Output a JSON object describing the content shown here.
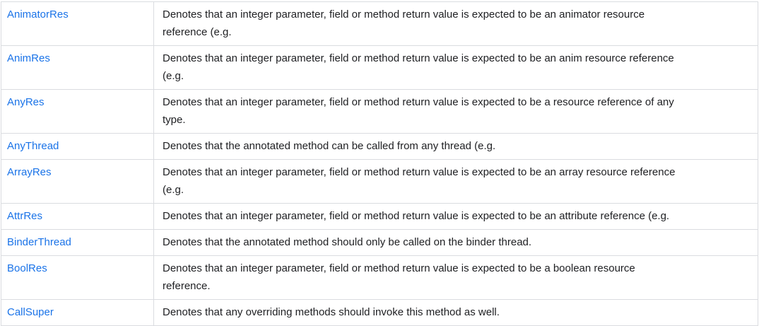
{
  "table": {
    "columns": [
      "name",
      "description"
    ],
    "colors": {
      "link": "#1a73e8",
      "text": "#202124",
      "border": "#dadce0",
      "background": "#ffffff"
    },
    "rows": [
      {
        "name": "AnimatorRes",
        "description": "Denotes that an integer parameter, field or method return value is expected to be an animator resource\nreference (e.g."
      },
      {
        "name": "AnimRes",
        "description": "Denotes that an integer parameter, field or method return value is expected to be an anim resource reference\n(e.g."
      },
      {
        "name": "AnyRes",
        "description": "Denotes that an integer parameter, field or method return value is expected to be a resource reference of any\ntype."
      },
      {
        "name": "AnyThread",
        "description": "Denotes that the annotated method can be called from any thread (e.g."
      },
      {
        "name": "ArrayRes",
        "description": "Denotes that an integer parameter, field or method return value is expected to be an array resource reference\n(e.g."
      },
      {
        "name": "AttrRes",
        "description": "Denotes that an integer parameter, field or method return value is expected to be an attribute reference (e.g."
      },
      {
        "name": "BinderThread",
        "description": "Denotes that the annotated method should only be called on the binder thread."
      },
      {
        "name": "BoolRes",
        "description": "Denotes that an integer parameter, field or method return value is expected to be a boolean resource\nreference."
      },
      {
        "name": "CallSuper",
        "description": "Denotes that any overriding methods should invoke this method as well."
      }
    ]
  }
}
